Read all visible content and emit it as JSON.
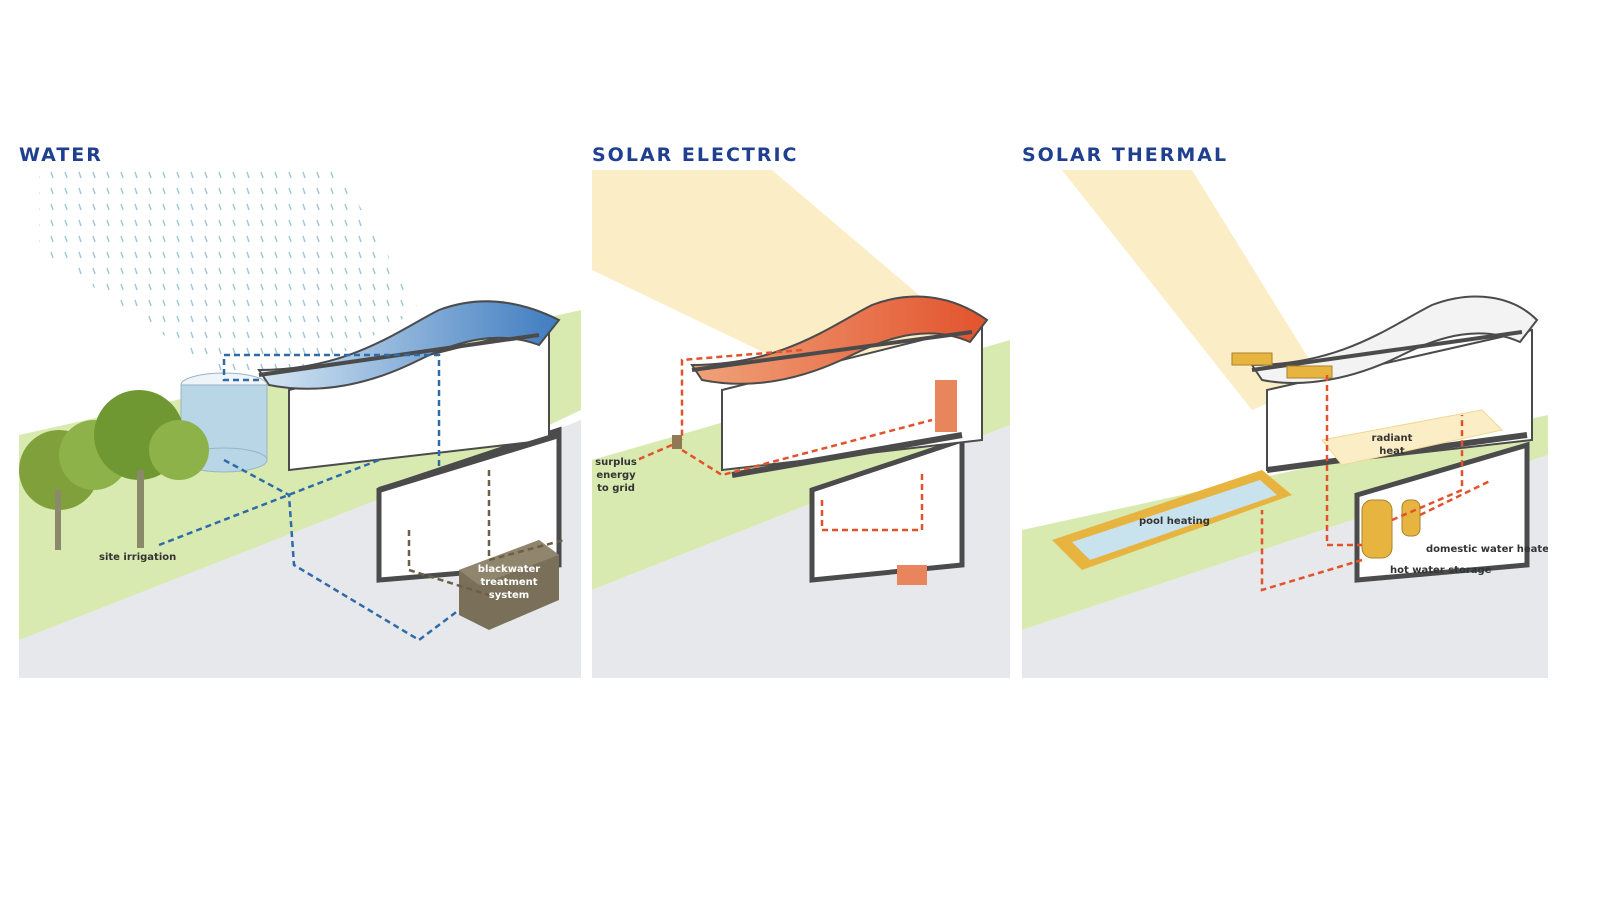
{
  "colors": {
    "title": "#1f3f8f",
    "ground": "#e6e8ec",
    "grass": "#d9eab0",
    "house_wall": "#4b4b4b",
    "water_path": "#2e6ba8",
    "greywater_path": "#6b5f45",
    "electric_path": "#e2532d",
    "thermal_path": "#e2532d",
    "sun_beam": "#fbeec7",
    "collector": "#e8b440"
  },
  "panels": {
    "water": {
      "title": "WATER",
      "labels": {
        "site_irrigation": "site irrigation",
        "blackwater_line1": "blackwater",
        "blackwater_line2": "treatment",
        "blackwater_line3": "system"
      }
    },
    "solar_electric": {
      "title": "SOLAR ELECTRIC",
      "labels": {
        "surplus_line1": "surplus",
        "surplus_line2": "energy",
        "surplus_line3": "to grid"
      }
    },
    "solar_thermal": {
      "title": "SOLAR THERMAL",
      "labels": {
        "radiant_line1": "radiant",
        "radiant_line2": "heat",
        "pool_heating": "pool heating",
        "domestic_water_heater": "domestic water heater",
        "hot_water_storage": "hot water storage"
      }
    }
  }
}
